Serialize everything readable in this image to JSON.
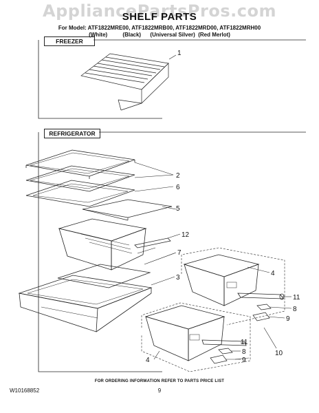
{
  "watermark": "AppliancePartsPros.com",
  "title": "SHELF PARTS",
  "models": {
    "line1": "For Model: ATF1822MRE00, ATF1822MRB00, ATF1822MRD00, ATF1822MRH00",
    "line2": "(White)          (Black)      (Universal Silver)  (Red Merlot)"
  },
  "sections": {
    "freezer": "FREEZER",
    "refrigerator": "REFRIGERATOR"
  },
  "callouts": {
    "c1": "1",
    "c2": "2",
    "c6": "6",
    "c5": "5",
    "c12": "12",
    "c7": "7",
    "c3": "3",
    "c4a": "4",
    "c11a": "11",
    "c8a": "8",
    "c9a": "9",
    "c10": "10",
    "c11b": "11",
    "c8b": "8",
    "c9b": "9",
    "c4b": "4"
  },
  "footer": {
    "notice": "FOR ORDERING INFORMATION REFER TO PARTS PRICE LIST",
    "part_number": "W10168852",
    "page": "9"
  }
}
